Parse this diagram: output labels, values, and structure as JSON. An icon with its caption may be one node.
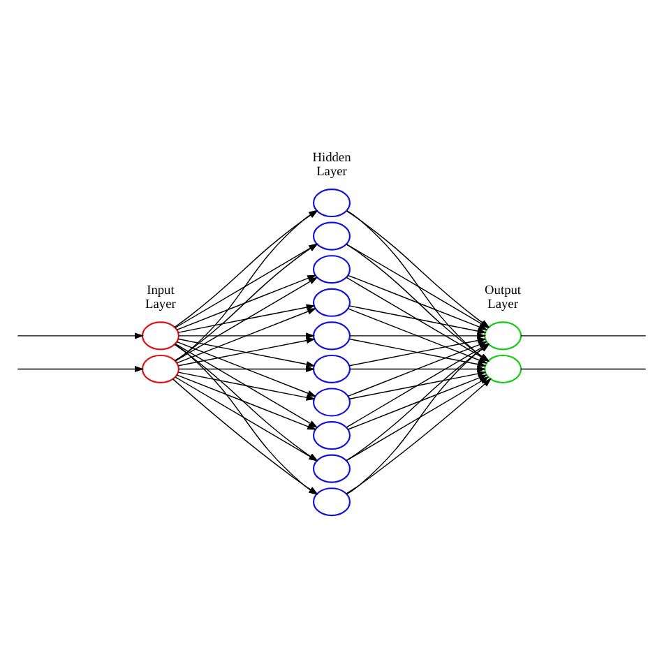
{
  "diagram": {
    "nodes": [
      {
        "text": [],
        "shape": "circle"
      },
      {
        "text": [],
        "shape": "circle"
      },
      {
        "text": [],
        "shape": "circle"
      },
      {
        "text": [],
        "shape": "circle"
      },
      {
        "text": [],
        "shape": "circle"
      },
      {
        "text": [],
        "shape": "circle"
      },
      {
        "text": [],
        "shape": "circle"
      },
      {
        "text": [],
        "shape": "circle"
      },
      {
        "text": [],
        "shape": "circle"
      },
      {
        "text": [],
        "shape": "circle"
      },
      {
        "text": [],
        "shape": "circle"
      },
      {
        "text": [],
        "shape": "circle"
      },
      {
        "text": [],
        "shape": "circle"
      },
      {
        "text": [],
        "shape": "circle"
      }
    ],
    "edges": [
      {
        "from": null,
        "to": 0,
        "arrow": "to"
      },
      {
        "from": null,
        "to": 1,
        "arrow": "to"
      },
      {
        "from": 0,
        "to": 2,
        "arrow": "to"
      },
      {
        "from": 0,
        "to": 3,
        "arrow": "to"
      },
      {
        "from": 0,
        "to": 4,
        "arrow": "to"
      },
      {
        "from": 0,
        "to": 5,
        "arrow": "to"
      },
      {
        "from": 0,
        "to": 6,
        "arrow": "to"
      },
      {
        "from": 0,
        "to": 7,
        "arrow": "to"
      },
      {
        "from": 0,
        "to": 8,
        "arrow": "to"
      },
      {
        "from": 0,
        "to": 9,
        "arrow": "to"
      },
      {
        "from": 0,
        "to": 10,
        "arrow": "to"
      },
      {
        "from": 0,
        "to": 11,
        "arrow": "to"
      },
      {
        "from": 1,
        "to": 2,
        "arrow": "to"
      },
      {
        "from": 1,
        "to": 3,
        "arrow": "to"
      },
      {
        "from": 1,
        "to": 4,
        "arrow": "to"
      },
      {
        "from": 1,
        "to": 5,
        "arrow": "to"
      },
      {
        "from": 1,
        "to": 6,
        "arrow": "to"
      },
      {
        "from": 1,
        "to": 7,
        "arrow": "to"
      },
      {
        "from": 1,
        "to": 8,
        "arrow": "to"
      },
      {
        "from": 1,
        "to": 9,
        "arrow": "to"
      },
      {
        "from": 1,
        "to": 10,
        "arrow": "to"
      },
      {
        "from": 1,
        "to": 11,
        "arrow": "to"
      },
      {
        "from": 2,
        "to": 12,
        "arrow": "to"
      },
      {
        "from": 2,
        "to": 13,
        "arrow": "to"
      },
      {
        "from": 3,
        "to": 12,
        "arrow": "to"
      },
      {
        "from": 3,
        "to": 13,
        "arrow": "to"
      },
      {
        "from": 4,
        "to": 12,
        "arrow": "to"
      },
      {
        "from": 4,
        "to": 13,
        "arrow": "to"
      },
      {
        "from": 5,
        "to": 12,
        "arrow": "to"
      },
      {
        "from": 5,
        "to": 13,
        "arrow": "to"
      },
      {
        "from": 6,
        "to": 12,
        "arrow": "to"
      },
      {
        "from": 6,
        "to": 13,
        "arrow": "to"
      },
      {
        "from": 7,
        "to": 12,
        "arrow": "to"
      },
      {
        "from": 7,
        "to": 13,
        "arrow": "to"
      },
      {
        "from": 8,
        "to": 12,
        "arrow": "to"
      },
      {
        "from": 8,
        "to": 13,
        "arrow": "to"
      },
      {
        "from": 9,
        "to": 12,
        "arrow": "to"
      },
      {
        "from": 9,
        "to": 13,
        "arrow": "to"
      },
      {
        "from": 10,
        "to": 12,
        "arrow": "to"
      },
      {
        "from": 10,
        "to": 13,
        "arrow": "to"
      },
      {
        "from": 11,
        "to": 12,
        "arrow": "to"
      },
      {
        "from": 11,
        "to": 13,
        "arrow": "to"
      },
      {
        "from": 12,
        "to": null,
        "arrow": "none"
      },
      {
        "from": 13,
        "to": null,
        "arrow": "none"
      }
    ],
    "labels": [
      "Hidden Layer",
      "Input Layer",
      "Output Layer"
    ]
  }
}
